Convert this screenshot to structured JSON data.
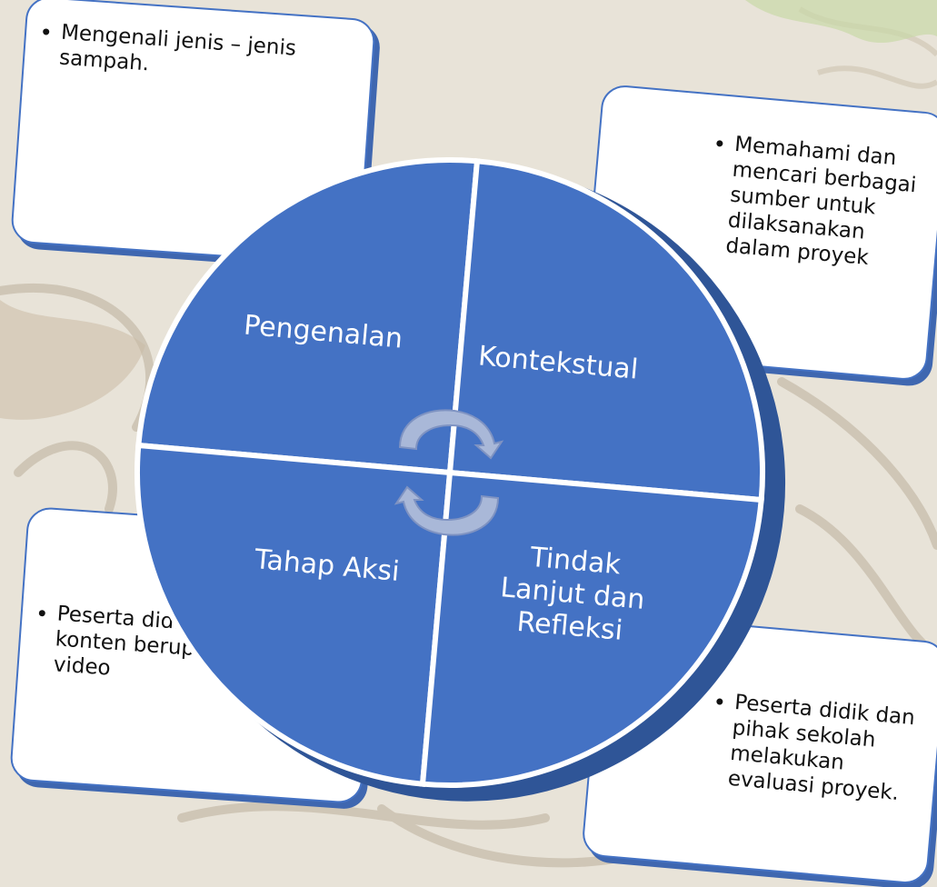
{
  "colors": {
    "quadrant_fill": "#4472c4",
    "quadrant_edge": "#2f5597",
    "box_border": "#4472c4",
    "arrow_fill": "#a9b8d8"
  },
  "icons": [
    "cycle-arrows-icon"
  ],
  "quadrants": [
    {
      "id": "pengenalan",
      "label": "Pengenalan",
      "note": "Mengenali jenis – jenis sampah."
    },
    {
      "id": "kontekstual",
      "label": "Kontekstual",
      "note": "Memahami dan mencari berbagai sumber untuk dilaksanakan dalam proyek"
    },
    {
      "id": "tahap-aksi",
      "label": "Tahap Aksi",
      "note": "Peserta didik membuat konten berupa poster dan video"
    },
    {
      "id": "tindak-lanjut",
      "label": "Tindak Lanjut dan Refleksi",
      "note": "Peserta didik dan pihak sekolah melakukan evaluasi proyek."
    }
  ]
}
